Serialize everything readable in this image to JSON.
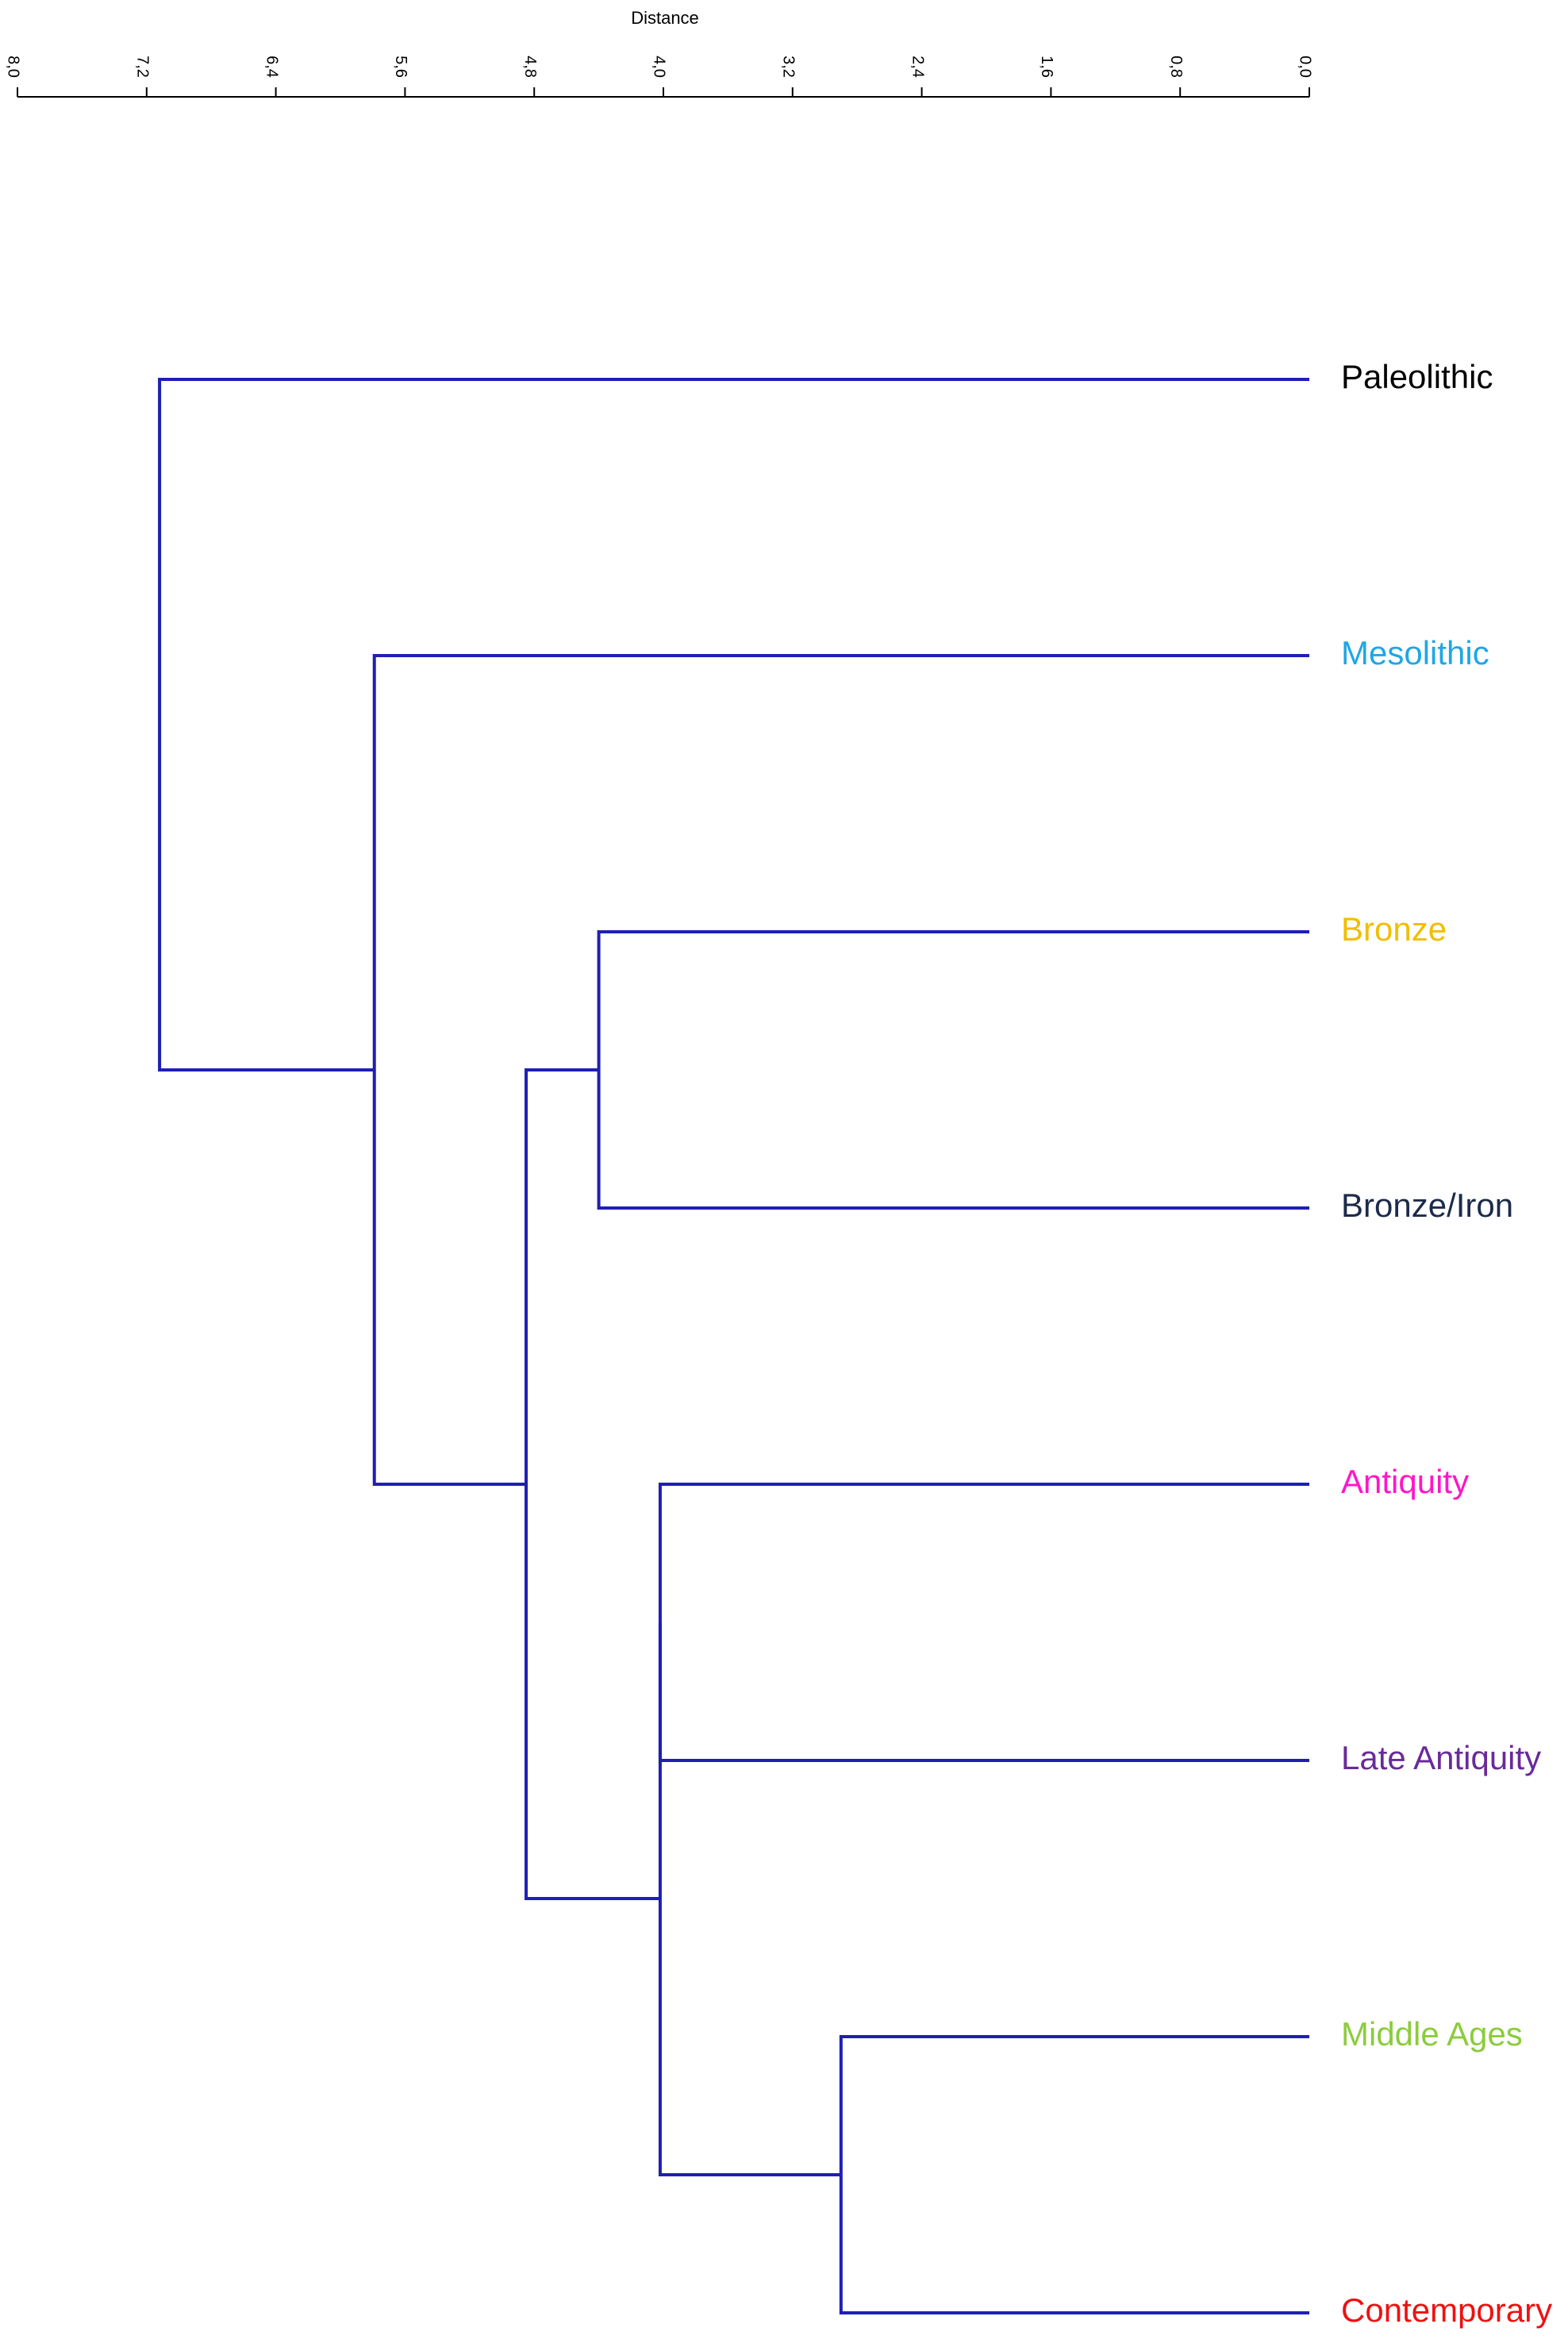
{
  "chart_data": {
    "type": "dendrogram",
    "title": "",
    "xlabel": "Distance",
    "xlim": [
      0.0,
      8.0
    ],
    "x_inverted": true,
    "axis_position": "top",
    "tick_values": [
      8.0,
      7.2,
      6.4,
      5.6,
      4.8,
      4.0,
      3.2,
      2.4,
      1.6,
      0.8,
      0.0
    ],
    "tick_labels": [
      "8,0",
      "7,2",
      "6,4",
      "5,6",
      "4,8",
      "4,0",
      "3,2",
      "2,4",
      "1,6",
      "0,8",
      "0,0"
    ],
    "link_color": "#1f1fb4",
    "leaves": [
      {
        "label": "Paleolithic",
        "color": "#000000"
      },
      {
        "label": "Mesolithic",
        "color": "#1ea7e6"
      },
      {
        "label": "Bronze",
        "color": "#f0be00"
      },
      {
        "label": "Bronze/Iron",
        "color": "#1c2b4a"
      },
      {
        "label": "Antiquity",
        "color": "#ff16c8"
      },
      {
        "label": "Late Antiquity",
        "color": "#6a2a9a"
      },
      {
        "label": "Middle Ages",
        "color": "#8ccc3c"
      },
      {
        "label": "Contemporary",
        "color": "#ee1111"
      }
    ],
    "merges": [
      {
        "id": "m1",
        "children": [
          6,
          7
        ],
        "height": 2.9
      },
      {
        "id": "m2",
        "children": [
          4,
          5
        ],
        "height": 4.02
      },
      {
        "id": "m3",
        "children": [
          "m2",
          "m1"
        ],
        "height": 4.02
      },
      {
        "id": "m4",
        "children": [
          2,
          3
        ],
        "height": 4.4
      },
      {
        "id": "m5",
        "children": [
          "m4",
          "m3"
        ],
        "height": 4.85
      },
      {
        "id": "m6",
        "children": [
          1,
          "m5"
        ],
        "height": 5.79
      },
      {
        "id": "m7",
        "children": [
          0,
          "m6"
        ],
        "height": 7.12
      }
    ]
  }
}
